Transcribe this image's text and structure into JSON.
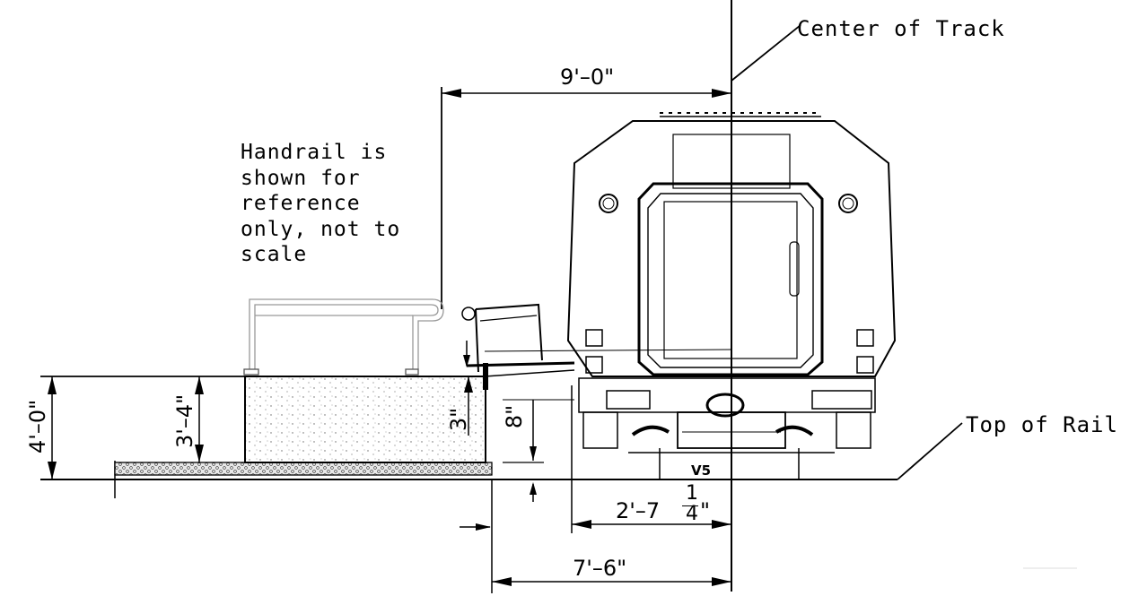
{
  "labels": {
    "center_of_track": "Center of Track",
    "top_of_rail": "Top of Rail",
    "car_mark": "V5"
  },
  "note": {
    "lines": [
      "Handrail is",
      "shown for",
      "reference",
      "only, not to",
      "scale"
    ]
  },
  "dimensions": {
    "platform_offset": "9'–0\"",
    "platform_height": "4'–0\"",
    "platform_top_to_deck": "3'–4\"",
    "deck_step": "3\"",
    "step_height": "8\"",
    "car_half_width_whole": "2'–7",
    "car_half_width_num": "1",
    "car_half_width_den": "4",
    "car_half_width_unit": "\"",
    "edge_offset": "7'–6\""
  }
}
